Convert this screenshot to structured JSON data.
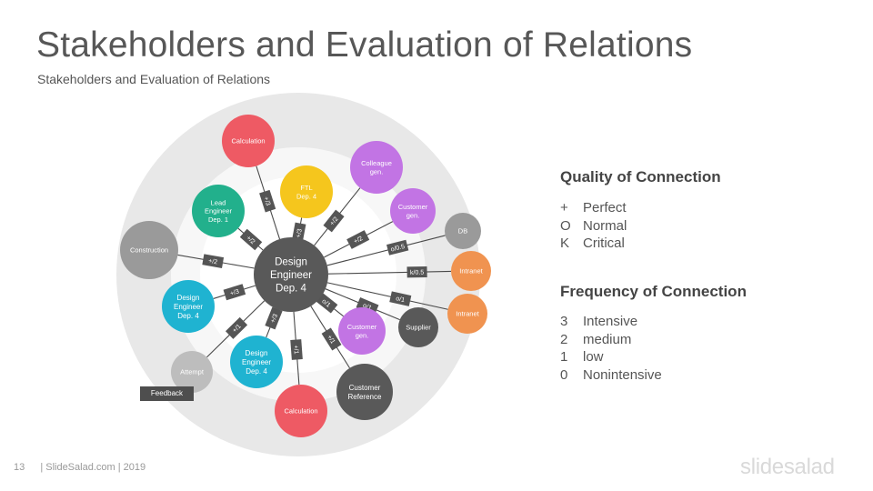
{
  "header": {
    "title": "Stakeholders and Evaluation of Relations",
    "subtitle": "Stakeholders and Evaluation of Relations"
  },
  "colors": {
    "red": "#ee5a64",
    "yellow": "#f5c61d",
    "green": "#22b08c",
    "purple": "#c274e4",
    "blue": "#1fb3d1",
    "gray": "#9a9a9a",
    "dark_gray": "#595959",
    "light_gray": "#bdbdbd",
    "orange": "#f09350",
    "label_bg": "#555555"
  },
  "diagram": {
    "center": {
      "lines": [
        "Design",
        "Engineer",
        "Dep. 4"
      ]
    },
    "nodes": [
      {
        "id": "calculation-top",
        "lines": [
          "Calculation"
        ],
        "label": "+/3",
        "color": "red"
      },
      {
        "id": "ftl",
        "lines": [
          "FTL",
          "Dep. 4"
        ],
        "label": "+/3",
        "color": "yellow"
      },
      {
        "id": "lead-engineer",
        "lines": [
          "Lead",
          "Engineer",
          "Dep. 1"
        ],
        "label": "+/2",
        "color": "green"
      },
      {
        "id": "colleague",
        "lines": [
          "Colleague",
          "gen."
        ],
        "label": "+/2",
        "color": "purple"
      },
      {
        "id": "customer-gen-top",
        "lines": [
          "Customer",
          "gen."
        ],
        "label": "+/2",
        "color": "purple"
      },
      {
        "id": "db",
        "lines": [
          "DB"
        ],
        "label": "o/0.5",
        "color": "gray"
      },
      {
        "id": "intranet-1",
        "lines": [
          "Intranet"
        ],
        "label": "k/0.5",
        "color": "orange"
      },
      {
        "id": "intranet-2",
        "lines": [
          "Intranet"
        ],
        "label": "o/1",
        "color": "orange"
      },
      {
        "id": "supplier",
        "lines": [
          "Supplier"
        ],
        "label": "o/1",
        "color": "dark_gray"
      },
      {
        "id": "customer-gen-bottom",
        "lines": [
          "Customer",
          "gen."
        ],
        "label": "o/1",
        "color": "purple"
      },
      {
        "id": "customer-reference",
        "lines": [
          "Customer",
          "Reference"
        ],
        "label": "+/1",
        "color": "dark_gray"
      },
      {
        "id": "calculation-bottom",
        "lines": [
          "Calculation"
        ],
        "label": "+/1",
        "color": "red"
      },
      {
        "id": "design-engineer-right",
        "lines": [
          "Design",
          "Engineer",
          "Dep. 4"
        ],
        "label": "+/3",
        "color": "blue"
      },
      {
        "id": "attempt",
        "lines": [
          "Attempt"
        ],
        "label": "+/1",
        "color": "light_gray"
      },
      {
        "id": "design-engineer-left",
        "lines": [
          "Design",
          "Engineer",
          "Dep. 4"
        ],
        "label": "+/3",
        "color": "blue"
      },
      {
        "id": "construction",
        "lines": [
          "Construction"
        ],
        "label": "+/2",
        "color": "gray"
      }
    ],
    "feedback_label": "Feedback"
  },
  "legend": {
    "quality_heading": "Quality of Connection",
    "quality_items": [
      {
        "symbol": "+",
        "text": "Perfect"
      },
      {
        "symbol": "O",
        "text": "Normal"
      },
      {
        "symbol": "K",
        "text": "Critical"
      }
    ],
    "frequency_heading": "Frequency of Connection",
    "frequency_items": [
      {
        "symbol": "3",
        "text": "Intensive"
      },
      {
        "symbol": "2",
        "text": "medium"
      },
      {
        "symbol": "1",
        "text": "low"
      },
      {
        "symbol": "0",
        "text": "Nonintensive"
      }
    ]
  },
  "footer": {
    "page_number": "13",
    "credit": "| SlideSalad.com | 2019",
    "brand": "slidesalad"
  }
}
